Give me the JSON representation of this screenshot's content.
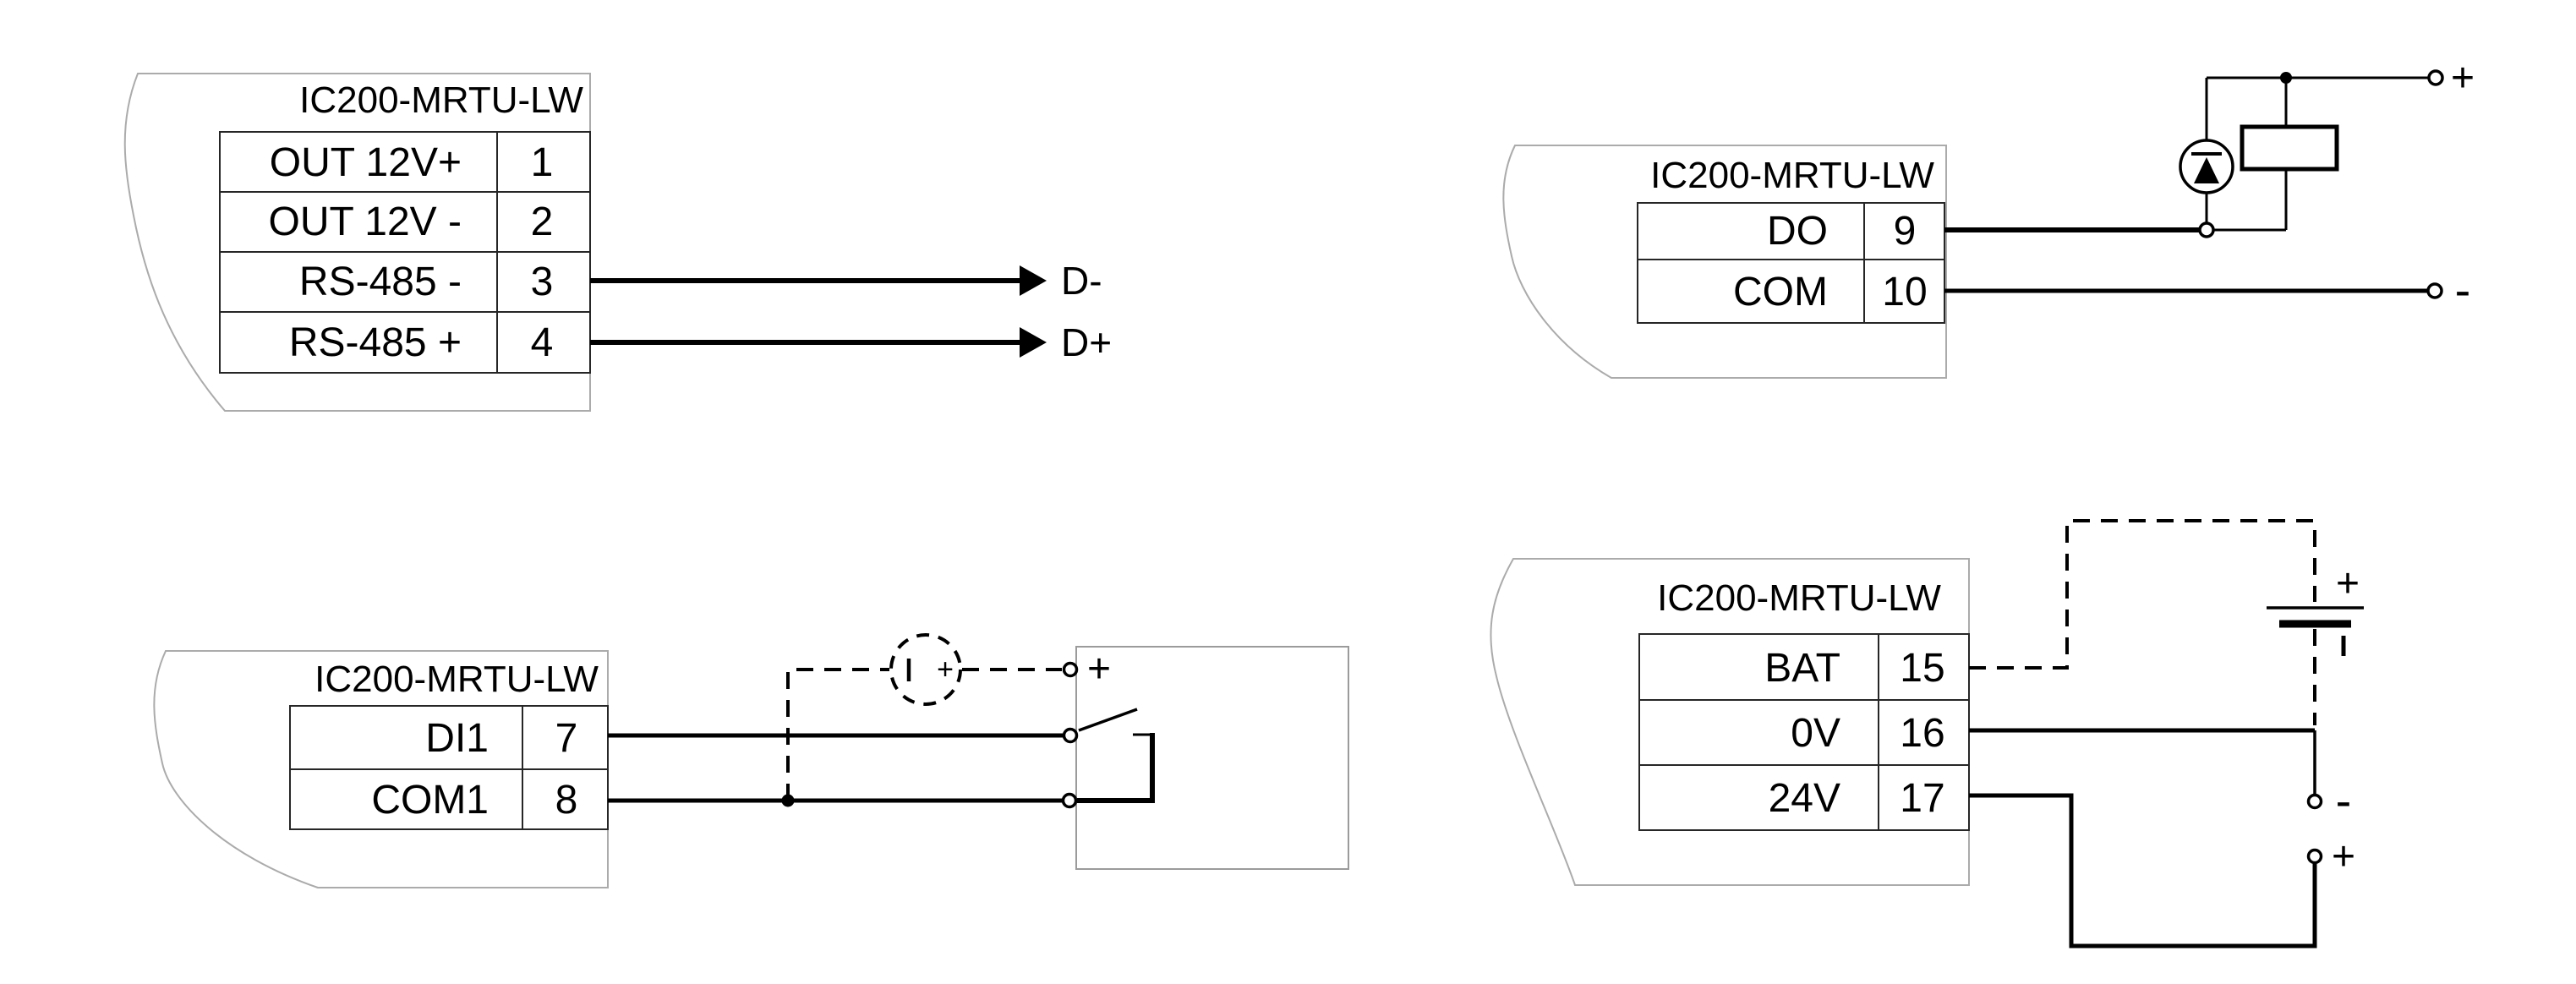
{
  "colors": {
    "wire": "#000000",
    "table_border": "#262626",
    "device_outline": "#ababab",
    "external_box": "#9b9b9b",
    "background": "#ffffff"
  },
  "diagrams": {
    "rs485_comm": {
      "device_title": "IC200-MRTU-LW",
      "terminal_rows": [
        {
          "label": "OUT 12V+",
          "pin": "1"
        },
        {
          "label": "OUT 12V -",
          "pin": "2"
        },
        {
          "label": "RS-485 -",
          "pin": "3"
        },
        {
          "label": "RS-485 +",
          "pin": "4"
        }
      ],
      "wire_labels": {
        "data_minus": "D-",
        "data_plus": "D+"
      }
    },
    "relay_output": {
      "device_title": "IC200-MRTU-LW",
      "terminal_rows": [
        {
          "label": "DO",
          "pin": "9"
        },
        {
          "label": "COM",
          "pin": "10"
        }
      ],
      "supply_labels": {
        "positive": "+",
        "negative": "-"
      }
    },
    "digital_input": {
      "device_title": "IC200-MRTU-LW",
      "terminal_rows": [
        {
          "label": "DI1",
          "pin": "7"
        },
        {
          "label": "COM1",
          "pin": "8"
        }
      ],
      "supply_labels": {
        "positive": "+"
      },
      "sensor_labels": {
        "polarity": "+"
      }
    },
    "battery_power": {
      "device_title": "IC200-MRTU-LW",
      "terminal_rows": [
        {
          "label": "BAT",
          "pin": "15"
        },
        {
          "label": "0V",
          "pin": "16"
        },
        {
          "label": "24V",
          "pin": "17"
        }
      ],
      "battery_labels": {
        "positive": "+"
      },
      "supply_labels": {
        "negative": "-",
        "positive": "+"
      }
    }
  }
}
